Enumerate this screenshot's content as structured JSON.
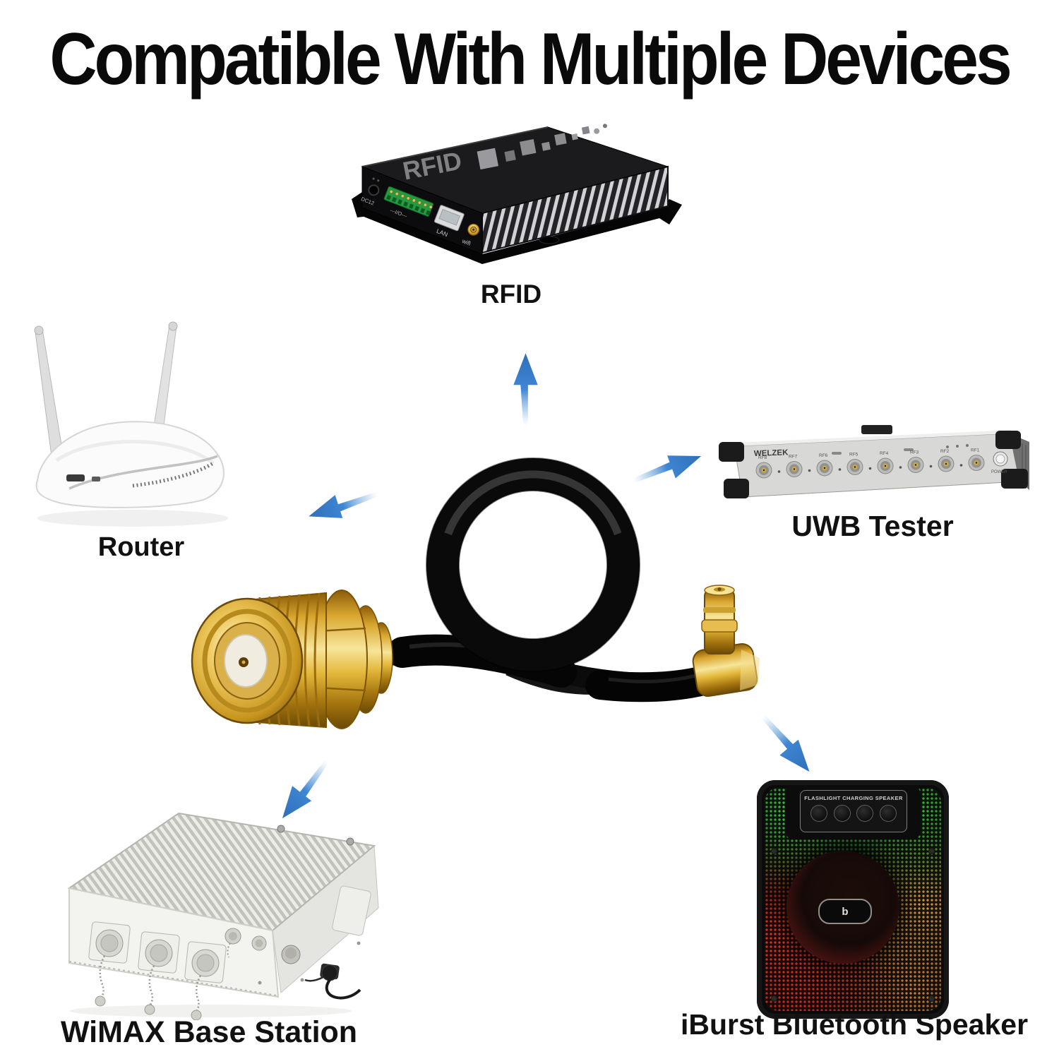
{
  "title": "Compatible With Multiple Devices",
  "colors": {
    "arrow_blue": "#3f86d4",
    "label_black": "#111111",
    "connector_gold": "#d9a62e",
    "cable_black": "#0a0a0a"
  },
  "product": {
    "description": "coaxial cable with SMA female bulkhead connector and right-angle MMCX male connector"
  },
  "devices": {
    "rfid": {
      "label": "RFID",
      "top_logo": "RFID",
      "dc_label": "DC12",
      "io_label": "---I/O---",
      "lan_label": "LAN",
      "wifi_label": "wifi"
    },
    "router": {
      "label": "Router"
    },
    "uwb": {
      "label": "UWB Tester",
      "brand": "WELZEK",
      "power_label": "POWER",
      "ports": [
        "RF8",
        "RF7",
        "RF6",
        "RF5",
        "RF4",
        "RF3",
        "RF2",
        "RF1"
      ]
    },
    "wimax": {
      "label": "WiMAX Base Station"
    },
    "speaker": {
      "label": "iBurst Bluetooth Speaker",
      "panel_title": "FLASHLIGHT CHARGING SPEAKER",
      "logo_glyph": "b"
    }
  }
}
